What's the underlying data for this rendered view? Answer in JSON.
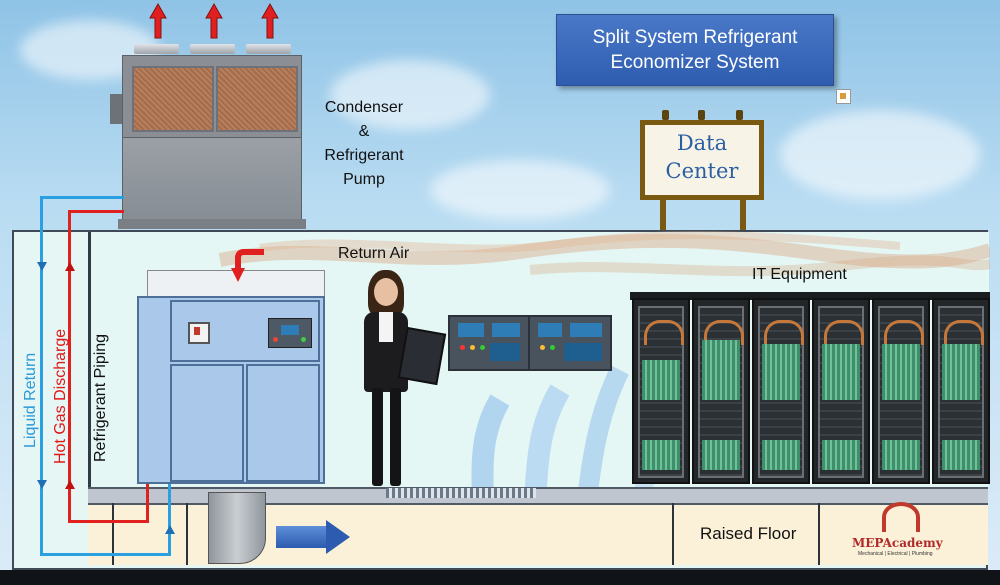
{
  "title": {
    "line1": "Split System Refrigerant",
    "line2": "Economizer System"
  },
  "billboard": {
    "line1": "Data",
    "line2": "Center"
  },
  "labels": {
    "condenser": [
      "Condenser",
      "&",
      "Refrigerant",
      "Pump"
    ],
    "return_air": "Return Air",
    "it_equipment": "IT Equipment",
    "refrigerant_piping": "Refrigerant Piping",
    "liquid_return": "Liquid Return",
    "hot_gas_discharge": "Hot Gas Discharge",
    "raised_floor": "Raised Floor"
  },
  "logo": {
    "name": "MEPAcademy",
    "subtitle": "Mechanical | Electrical | Plumbing"
  },
  "colors": {
    "liquid_return": "#2aa0e0",
    "hot_gas_discharge": "#e12020",
    "title_box": "#3a6bbf",
    "exhaust_arrows": "#e02020"
  },
  "icons": [
    "exhaust-arrow-icon",
    "return-air-arrow-icon",
    "note-icon",
    "disconnect-switch-icon"
  ]
}
